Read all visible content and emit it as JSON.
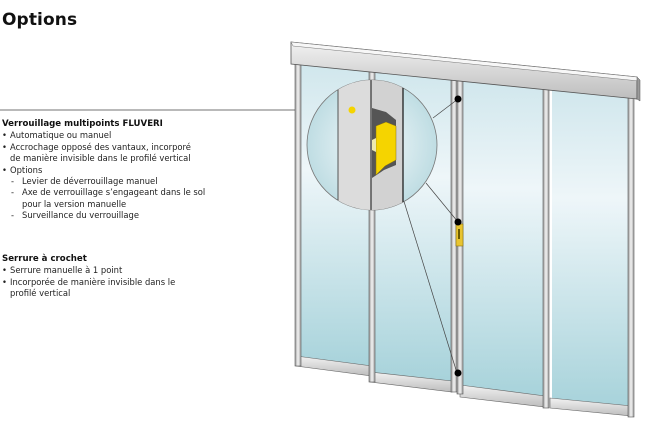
{
  "page": {
    "title": "Options"
  },
  "sections": [
    {
      "heading": "Verrouillage multipoints FLUVERI",
      "items": [
        {
          "type": "bullet",
          "text": "Automatique ou manuel"
        },
        {
          "type": "bullet",
          "text": "Accrochage opposé des vantaux, incorporé"
        },
        {
          "type": "cont",
          "text": "de manière invisible dans le profilé vertical"
        },
        {
          "type": "bullet",
          "text": "Options"
        },
        {
          "type": "dash",
          "text": "Levier de déverrouillage manuel"
        },
        {
          "type": "dash",
          "text": "Axe de verrouillage s’engageant dans le sol"
        },
        {
          "type": "cont2",
          "text": "pour la version manuelle"
        },
        {
          "type": "dash",
          "text": "Surveillance du verrouillage"
        }
      ]
    },
    {
      "heading": "Serrure à crochet",
      "items": [
        {
          "type": "bullet",
          "text": "Serrure manuelle à 1 point"
        },
        {
          "type": "bullet",
          "text": "Incorporée de manière invisible dans le"
        },
        {
          "type": "cont",
          "text": "profilé vertical"
        }
      ]
    }
  ],
  "illustration": {
    "subject": "sliding glass door with multipoint lock detail",
    "colors": {
      "glass_top": "#eef6f9",
      "glass_bottom": "#a9d4dc",
      "frame": "#d9d9d9",
      "accent_yellow": "#f5d400",
      "marker": "#000000"
    }
  }
}
